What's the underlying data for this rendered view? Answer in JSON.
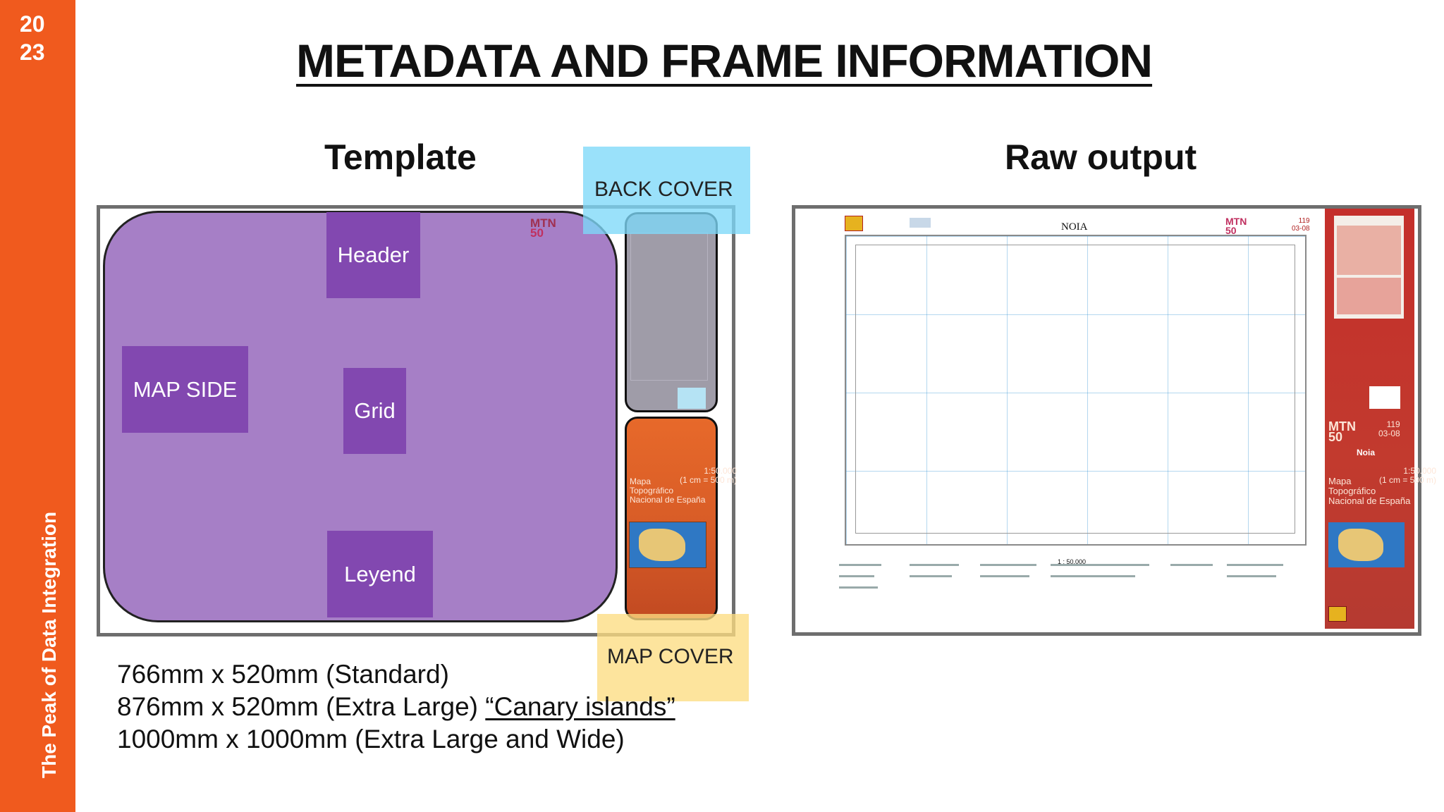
{
  "sidebar": {
    "year_line1": "20",
    "year_line2": "23",
    "tagline": "The Peak of Data Integration"
  },
  "slide": {
    "title": "METADATA AND FRAME INFORMATION",
    "template_heading": "Template",
    "raw_heading": "Raw output"
  },
  "template": {
    "labels": {
      "header": "Header",
      "map_side": "MAP SIDE",
      "grid": "Grid",
      "leyend": "Leyend",
      "back_cover": "BACK COVER",
      "map_cover": "MAP COVER"
    },
    "mtn_logo": "MTN",
    "mtn_number": "50",
    "cover_scale": "1:50.000",
    "cover_scale_sub": "(1 cm = 500 m)",
    "cover_title_1": "Mapa",
    "cover_title_2": "Topográfico",
    "cover_title_3": "Nacional de España"
  },
  "sizes": {
    "standard": "766mm x 520mm (Standard)",
    "extra_large_prefix": "876mm x 520mm (Extra Large) ",
    "extra_large_canary": "“Canary islands”",
    "extra_wide": "1000mm x 1000mm (Extra Large and Wide)"
  },
  "raw_output": {
    "place_name": "NOIA",
    "sheet_number": "119",
    "sheet_code": "03-08",
    "mtn_logo": "MTN",
    "mtn_number": "50",
    "scale_text": "1 : 50.000",
    "cover_place": "Noia",
    "cover_scale": "1:50.000",
    "cover_scale_sub": "(1 cm = 500 m)",
    "cover_title_1": "Mapa",
    "cover_title_2": "Topográfico",
    "cover_title_3": "Nacional de España"
  },
  "colors": {
    "accent_orange": "#f05a1e",
    "map_side_purple": "#a67fc6",
    "label_purple": "#8248b0",
    "back_cover_blue": "#7dd8f9",
    "map_cover_yellow": "#fcdc82",
    "cover_red": "#c42f2b"
  }
}
